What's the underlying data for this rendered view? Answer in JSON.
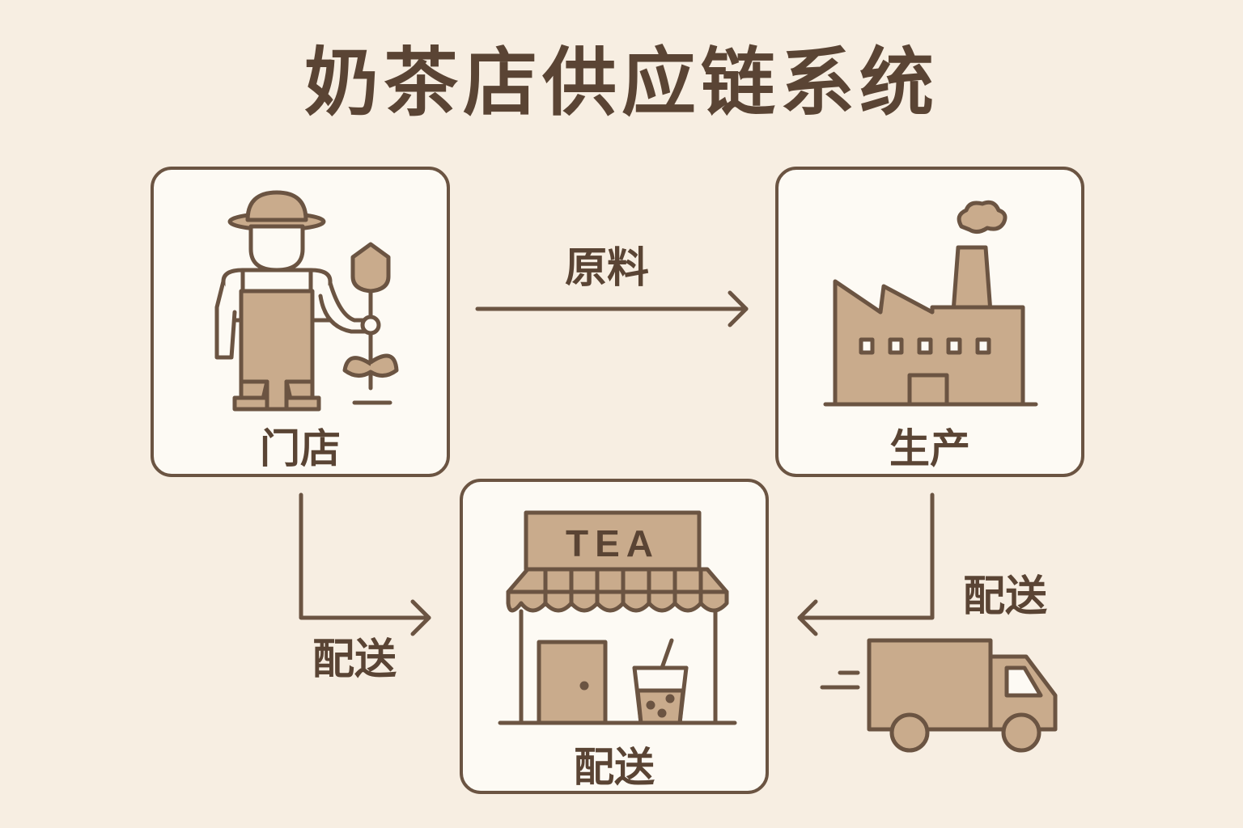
{
  "title": "奶茶店供应链系统",
  "nodes": {
    "farm": {
      "label": "门店",
      "icon": "farmer-icon"
    },
    "factory": {
      "label": "生产",
      "icon": "factory-icon"
    },
    "shop": {
      "label": "配送",
      "icon": "tea-shop-icon",
      "sign_text": "TEA"
    }
  },
  "edges": [
    {
      "from": "farm",
      "to": "factory",
      "label": "原料"
    },
    {
      "from": "farm",
      "to": "shop",
      "label": "配送"
    },
    {
      "from": "factory",
      "to": "shop",
      "label": "配送"
    }
  ],
  "truck": {
    "icon": "delivery-truck-icon"
  },
  "colors": {
    "background": "#f7eee2",
    "card": "#fdfaf4",
    "stroke": "#6b5442",
    "fill": "#c9ab8c",
    "text": "#5a4434"
  }
}
